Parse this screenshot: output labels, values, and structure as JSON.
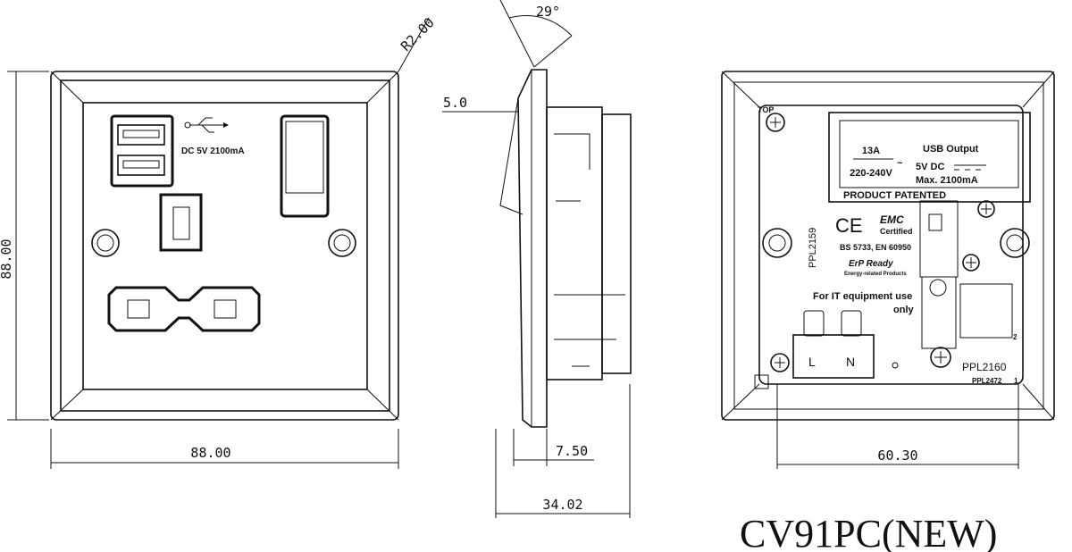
{
  "dimensions": {
    "front_height": "88.00",
    "front_width": "88.00",
    "corner_radius": "R2.00",
    "tilt_angle": "29°",
    "plate_offset": "5.0",
    "plate_thickness": "7.50",
    "total_depth": "34.02",
    "back_width": "60.30"
  },
  "front": {
    "usb_rating": "DC 5V  2100mA"
  },
  "back": {
    "top_label": "TOP",
    "rating_current": "13A",
    "rating_voltage": "220-240V",
    "ac_symbol": "~",
    "usb_output": "USB Output",
    "usb_voltage": "5V DC",
    "usb_max": "Max. 2100mA",
    "patented": "PRODUCT  PATENTED",
    "ce": "CE",
    "emc": "EMC",
    "certified": "Certified",
    "standards": "BS 5733, EN 60950",
    "erp": "ErP Ready",
    "erp_sub": "Energy-related Products",
    "it_use_1": "For IT equipment use",
    "it_use_2": "only",
    "terminal_l": "L",
    "terminal_n": "N",
    "part_1": "PPL2159",
    "part_2": "PPL2160",
    "part_3": "PPL2472",
    "mark_1": "1",
    "mark_2": "2"
  },
  "model": "CV91PC(NEW)"
}
